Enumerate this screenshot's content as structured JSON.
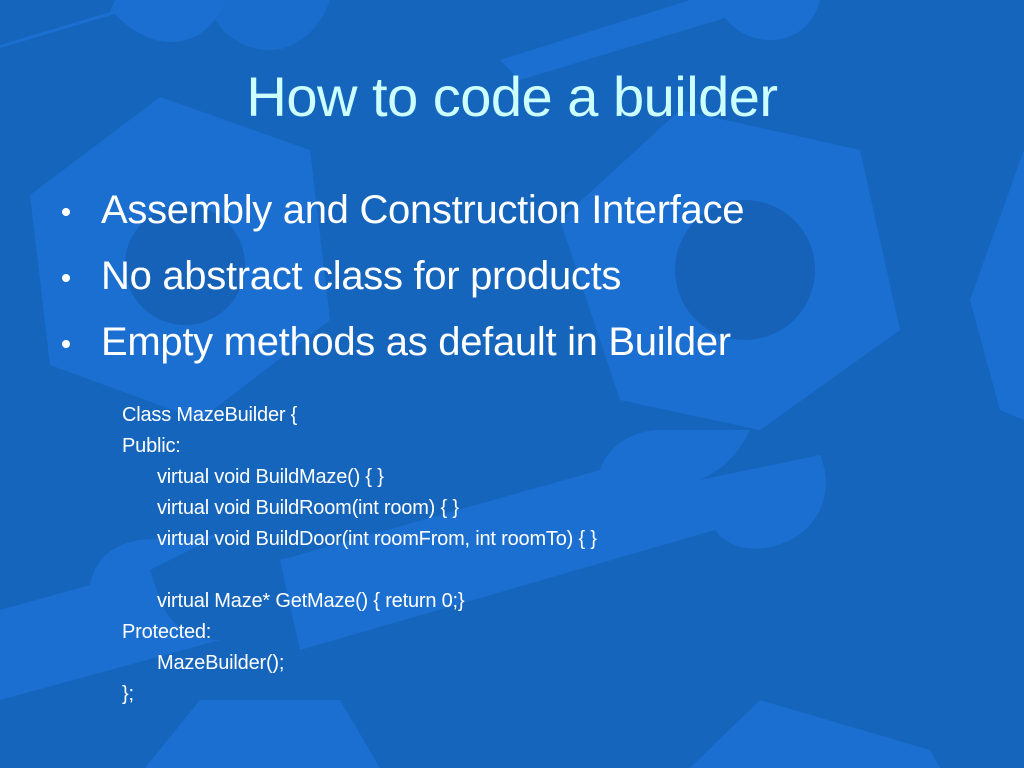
{
  "slide": {
    "title": "How to code a builder",
    "bullets": [
      "Assembly and Construction Interface",
      "No abstract class for products",
      "Empty methods as default in Builder"
    ],
    "code_lines": [
      {
        "text": "Class MazeBuilder {",
        "indent": 0
      },
      {
        "text": "Public:",
        "indent": 0
      },
      {
        "text": "virtual void BuildMaze() { }",
        "indent": 1
      },
      {
        "text": "virtual void BuildRoom(int room) { }",
        "indent": 1
      },
      {
        "text": "virtual void BuildDoor(int roomFrom, int roomTo) { }",
        "indent": 1
      },
      {
        "text": "",
        "indent": 1
      },
      {
        "text": "virtual Maze* GetMaze() { return 0;}",
        "indent": 1
      },
      {
        "text": "Protected:",
        "indent": 0
      },
      {
        "text": "MazeBuilder();",
        "indent": 1
      },
      {
        "text": "};",
        "indent": 0
      }
    ]
  },
  "theme": {
    "background": "#1565bd",
    "shape_color": "#1a6fd0",
    "title_color": "#ccffff",
    "text_color": "#ffffff"
  }
}
